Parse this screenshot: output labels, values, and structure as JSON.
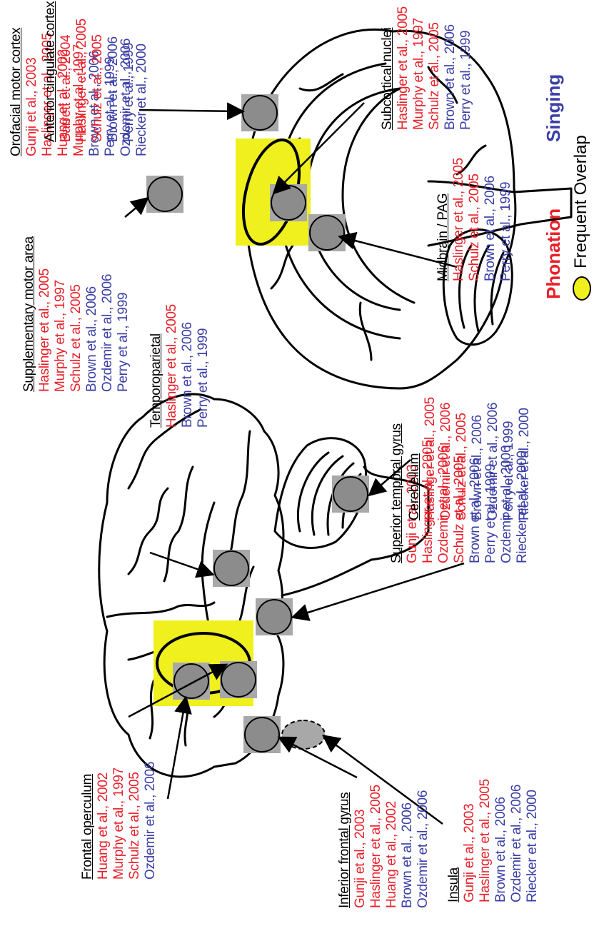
{
  "colors": {
    "phonation": "#e8202a",
    "singing": "#3b3fa6",
    "overlap": "#f0f01e",
    "region": "#8c8c8c",
    "region_box": "#a8a8a8"
  },
  "legend": {
    "phonation": "Phonation",
    "singing": "Singing",
    "overlap": "Frequent Overlap"
  },
  "regions": [
    {
      "id": "frontal-operculum",
      "title": "Frontal operculum",
      "refs": [
        {
          "text": "Huang et al., 2002",
          "task": "phonation"
        },
        {
          "text": "Murphy et al., 1997",
          "task": "phonation"
        },
        {
          "text": "Schulz et al., 2005",
          "task": "phonation"
        },
        {
          "text": "Ozdemir et al., 2006",
          "task": "singing"
        }
      ]
    },
    {
      "id": "orofacial-motor-cortex",
      "title": "Orofacial motor cortex",
      "refs": [
        {
          "text": "Gunji et al., 2003",
          "task": "phonation"
        },
        {
          "text": "Haslinger et al., 2005",
          "task": "phonation"
        },
        {
          "text": "Huang et al., 2002",
          "task": "phonation"
        },
        {
          "text": "Murphy et al., 1997",
          "task": "phonation"
        },
        {
          "text": "Brown et al., 2006",
          "task": "singing"
        },
        {
          "text": "Perry et al., 1999",
          "task": "singing"
        },
        {
          "text": "Ozdemir et al., 2006",
          "task": "singing"
        },
        {
          "text": "Riecker et al., 2000",
          "task": "singing"
        }
      ]
    },
    {
      "id": "temporoparietal",
      "title": "Temporoparietal",
      "refs": [
        {
          "text": "Haslinger et al., 2005",
          "task": "phonation"
        },
        {
          "text": "Brown et al., 2006",
          "task": "singing"
        },
        {
          "text": "Perry et al., 1999",
          "task": "singing"
        }
      ]
    },
    {
      "id": "supplementary-motor-area",
      "title": "Supplementary motor area",
      "refs": [
        {
          "text": "Haslinger et al., 2005",
          "task": "phonation"
        },
        {
          "text": "Murphy et al., 1997",
          "task": "phonation"
        },
        {
          "text": "Schulz et al., 2005",
          "task": "phonation"
        },
        {
          "text": "Brown et al., 2006",
          "task": "singing"
        },
        {
          "text": "Ozdemir et al., 2006",
          "task": "singing"
        },
        {
          "text": "Perry et al., 1999",
          "task": "singing"
        }
      ]
    },
    {
      "id": "anterior-cingulate-cortex",
      "title": "Anterior cingulate cortex",
      "refs": [
        {
          "text": "Barrett et al., 2004",
          "task": "phonation"
        },
        {
          "text": "Haslinger et al., 2005",
          "task": "phonation"
        },
        {
          "text": "Schulz et al., 2005",
          "task": "phonation"
        },
        {
          "text": "Brown et al., 2006",
          "task": "singing"
        },
        {
          "text": "Perry et al., 1999",
          "task": "singing"
        }
      ]
    },
    {
      "id": "subcortical-nuclei",
      "title": "Subcortical nuclei",
      "refs": [
        {
          "text": "Haslinger et al., 2005",
          "task": "phonation"
        },
        {
          "text": "Murphy et al., 1997",
          "task": "phonation"
        },
        {
          "text": "Schulz et al., 2005",
          "task": "phonation"
        },
        {
          "text": "Brown et al., 2006",
          "task": "singing"
        },
        {
          "text": "Perry et al., 1999",
          "task": "singing"
        }
      ]
    },
    {
      "id": "inferior-frontal-gyrus",
      "title": "Inferior frontal gyrus",
      "refs": [
        {
          "text": "Gunji et al., 2003",
          "task": "phonation"
        },
        {
          "text": "Haslinger et al., 2005",
          "task": "phonation"
        },
        {
          "text": "Huang et al., 2002",
          "task": "phonation"
        },
        {
          "text": "Brown et al., 2006",
          "task": "singing"
        },
        {
          "text": "Ozdemir et al., 2006",
          "task": "singing"
        }
      ]
    },
    {
      "id": "insula",
      "title": "Insula",
      "refs": [
        {
          "text": "Gunji et al., 2003",
          "task": "phonation"
        },
        {
          "text": "Haslinger et al., 2005",
          "task": "phonation"
        },
        {
          "text": "Brown et al., 2006",
          "task": "singing"
        },
        {
          "text": "Ozdemir et al., 2006",
          "task": "singing"
        },
        {
          "text": "Riecker et al., 2000",
          "task": "singing"
        }
      ]
    },
    {
      "id": "superior-temporal-gyrus",
      "title": "Superior temporal gyrus",
      "refs": [
        {
          "text": "Gunji et al., 2003",
          "task": "phonation"
        },
        {
          "text": "Haslinger et al., 2005",
          "task": "phonation"
        },
        {
          "text": "Ozdemir et al., 2006",
          "task": "phonation"
        },
        {
          "text": "Schulz et al., 2005",
          "task": "phonation"
        },
        {
          "text": "Brown et al., 2006",
          "task": "singing"
        },
        {
          "text": "Perry et al., 1999",
          "task": "singing"
        },
        {
          "text": "Ozdemir et al., 2006",
          "task": "singing"
        },
        {
          "text": "Riecker et al., 2000",
          "task": "singing"
        }
      ]
    },
    {
      "id": "cerebellum",
      "title": "Cerebellum",
      "refs": [
        {
          "text": "Haslinger et al., 2005",
          "task": "phonation"
        },
        {
          "text": "Ozdemir et al., 2006",
          "task": "phonation"
        },
        {
          "text": "Schulz et al., 2005",
          "task": "phonation"
        },
        {
          "text": "Brown et al., 2006",
          "task": "singing"
        },
        {
          "text": "Ozdemir et al., 2006",
          "task": "singing"
        },
        {
          "text": "Perry et al., 1999",
          "task": "singing"
        },
        {
          "text": "Riecker et al., 2000",
          "task": "singing"
        }
      ]
    },
    {
      "id": "midbrain-pag",
      "title": "Midbrain / PAG",
      "refs": [
        {
          "text": "Haslinger et al., 2005",
          "task": "phonation"
        },
        {
          "text": "Schulz et al., 2005",
          "task": "phonation"
        },
        {
          "text": "Brown et al., 2006",
          "task": "singing"
        },
        {
          "text": "Perry et al., 1999",
          "task": "singing"
        }
      ]
    }
  ]
}
